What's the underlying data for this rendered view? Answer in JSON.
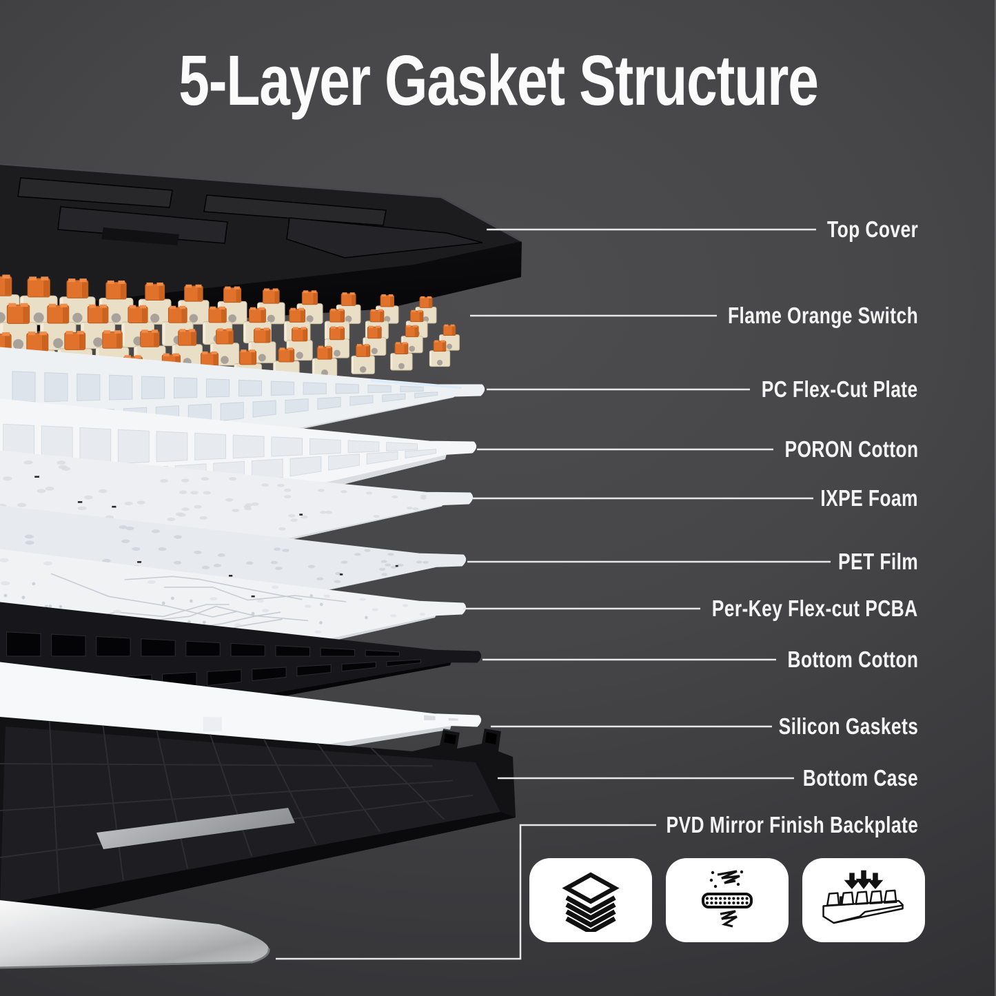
{
  "title": "5-Layer Gasket Structure",
  "callouts": [
    {
      "label": "Top Cover"
    },
    {
      "label": "Flame Orange Switch"
    },
    {
      "label": "PC Flex-Cut Plate"
    },
    {
      "label": "PORON Cotton"
    },
    {
      "label": "IXPE Foam"
    },
    {
      "label": "PET Film"
    },
    {
      "label": "Per-Key Flex-cut PCBA"
    },
    {
      "label": "Bottom Cotton"
    },
    {
      "label": "Silicon Gaskets"
    },
    {
      "label": "Bottom Case"
    },
    {
      "label": "PVD Mirror Finish Backplate"
    }
  ],
  "feature_icons": [
    {
      "name": "stacked-layers-icon"
    },
    {
      "name": "sound-dampening-icon"
    },
    {
      "name": "gasket-mount-icon"
    }
  ],
  "colors": {
    "background_dark": "#3a3a3d",
    "title_text": "#fbfbfb",
    "label_text": "#f4f4f4",
    "leader_line": "#e8e8e8",
    "switch_orange": "#e0722c",
    "switch_orange_light": "#f08c4a",
    "switch_orange_dark": "#c65f1f",
    "switch_cream": "#e9dec6",
    "plastic_black": "#121215",
    "foam_white": "#f5f6f8",
    "mirror_silver": "#d8d9db",
    "card_background": "#ffffff",
    "icon_black": "#111111"
  }
}
